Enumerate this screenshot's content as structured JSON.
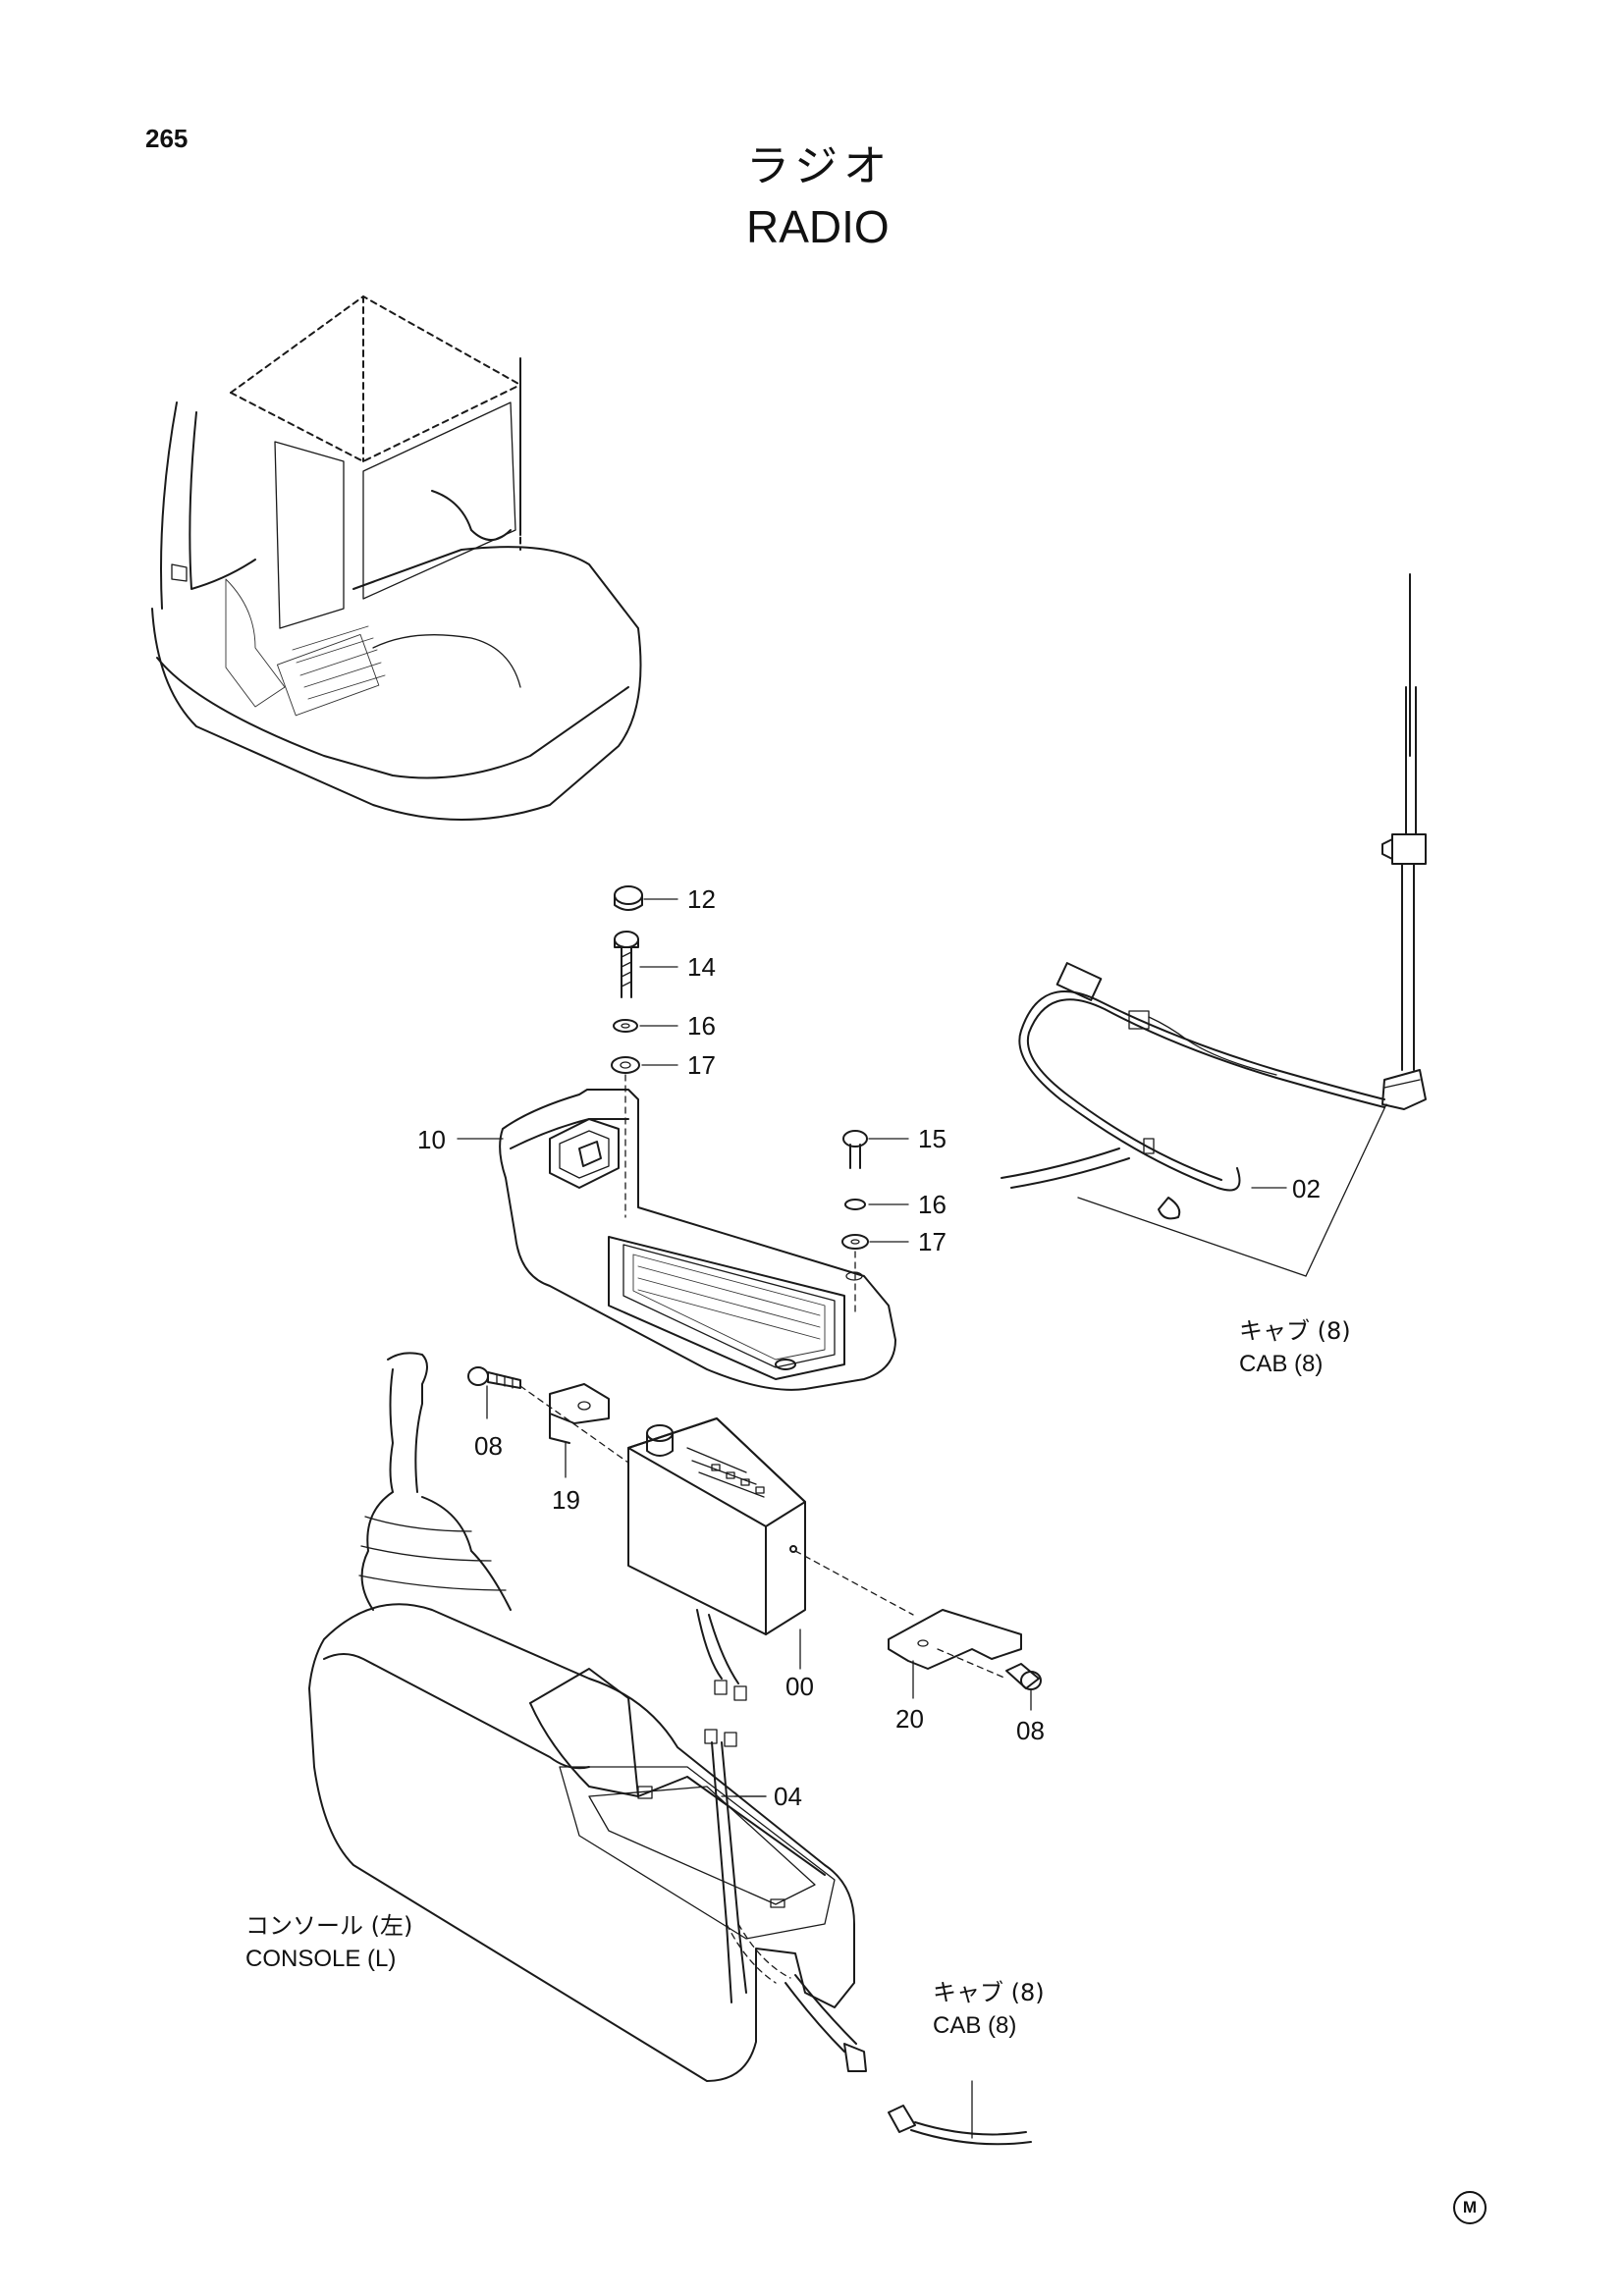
{
  "page_number": "265",
  "title": {
    "jp": "ラジオ",
    "en": "RADIO"
  },
  "callouts": {
    "c12": "12",
    "c14": "14",
    "c16a": "16",
    "c17a": "17",
    "c10": "10",
    "c15": "15",
    "c16b": "16",
    "c17b": "17",
    "c02": "02",
    "c08a": "08",
    "c19": "19",
    "c00": "00",
    "c20": "20",
    "c08b": "08",
    "c04": "04"
  },
  "references": {
    "cab_antenna": {
      "jp": "キャブ (8)",
      "en": "CAB (8)"
    },
    "console": {
      "jp": "コンソール (左)",
      "en": "CONSOLE (L)"
    },
    "cab_cable": {
      "jp": "キャブ (8)",
      "en": "CAB (8)"
    }
  },
  "mark": "M",
  "icons": [
    "cab-overview-illustration",
    "antenna-illustration",
    "radio-unit-illustration",
    "console-cover-illustration",
    "console-illustration"
  ]
}
